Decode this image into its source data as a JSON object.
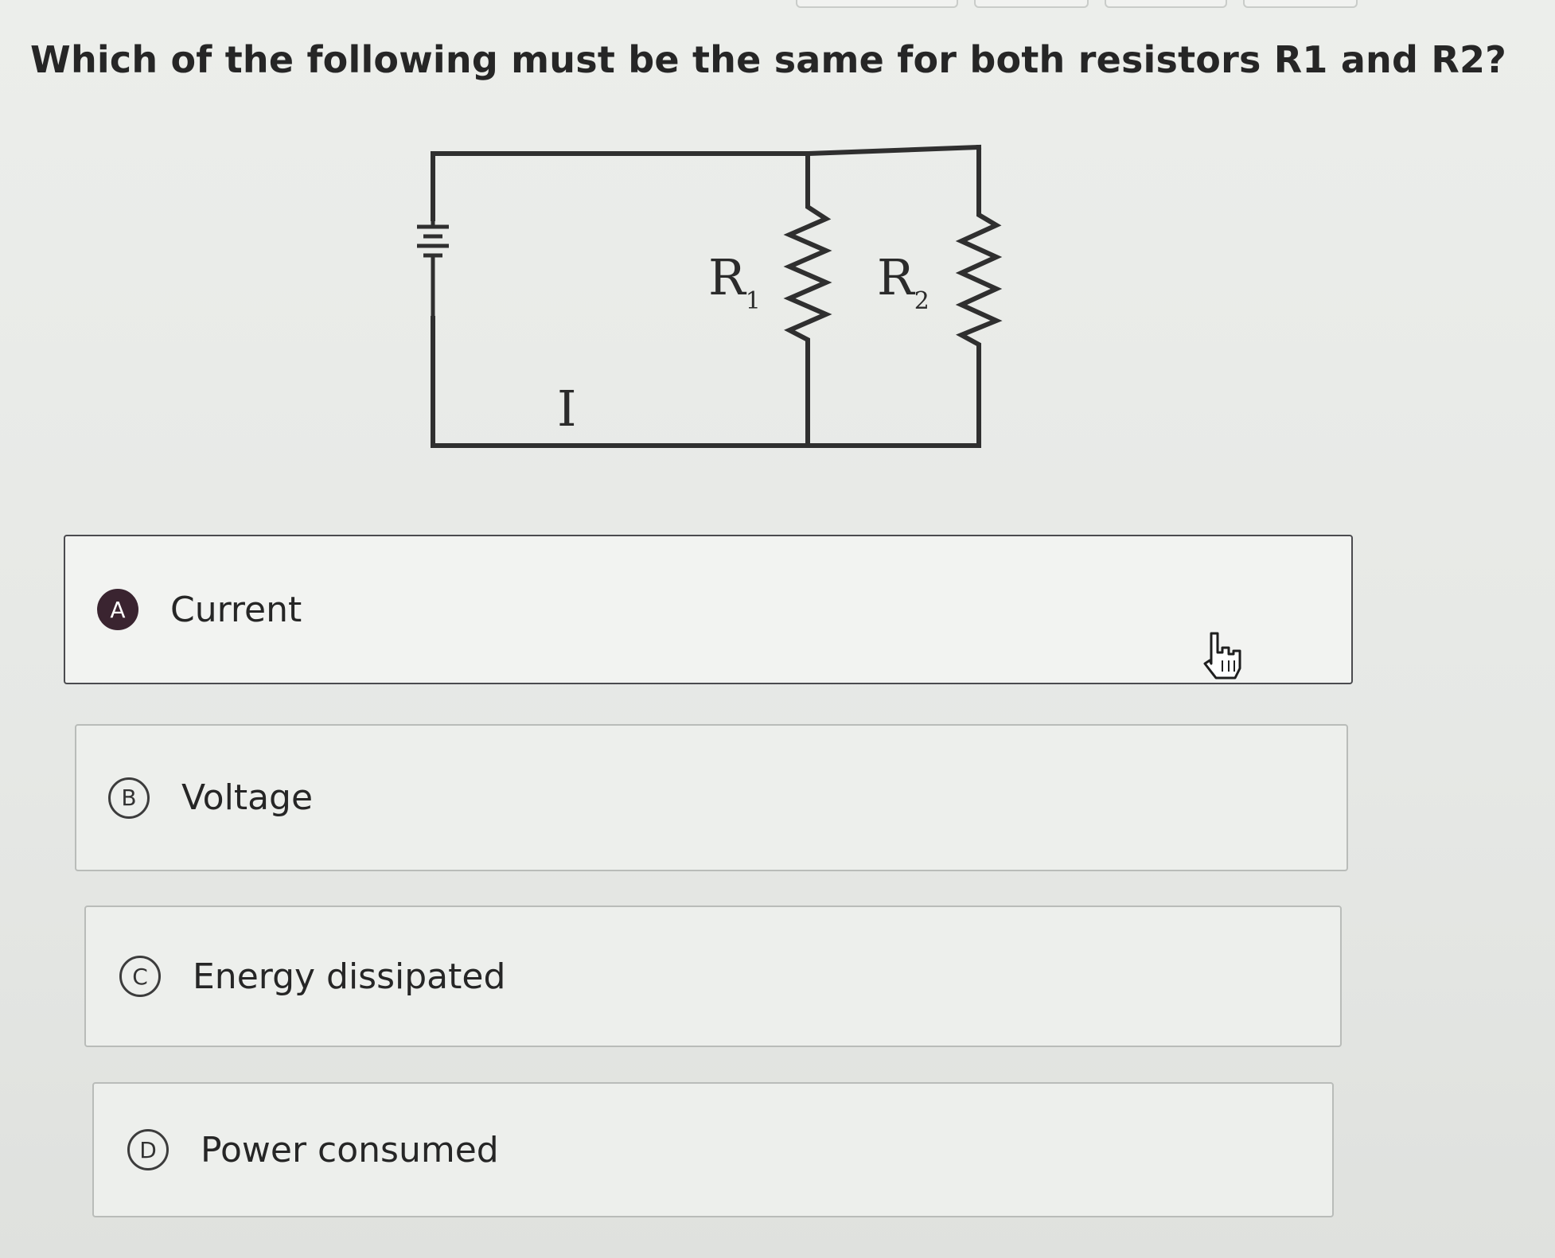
{
  "question": {
    "text": "Which of the following must be the same for both resistors R1 and R2?"
  },
  "diagram": {
    "current_label": "I",
    "resistor_1": {
      "letter": "R",
      "subscript": "1"
    },
    "resistor_2": {
      "letter": "R",
      "subscript": "2"
    }
  },
  "options": [
    {
      "letter": "A",
      "label": "Current",
      "selected": true
    },
    {
      "letter": "B",
      "label": "Voltage",
      "selected": false
    },
    {
      "letter": "C",
      "label": "Energy dissipated",
      "selected": false
    },
    {
      "letter": "D",
      "label": "Power consumed",
      "selected": false
    }
  ],
  "colors": {
    "selected_badge": "#3a2430",
    "selected_border": "#4b4b4f",
    "option_border": "#b9bcb9"
  },
  "icons": {
    "pointer": "hand-pointer-icon",
    "battery": "battery-icon",
    "resistor": "resistor-icon"
  }
}
